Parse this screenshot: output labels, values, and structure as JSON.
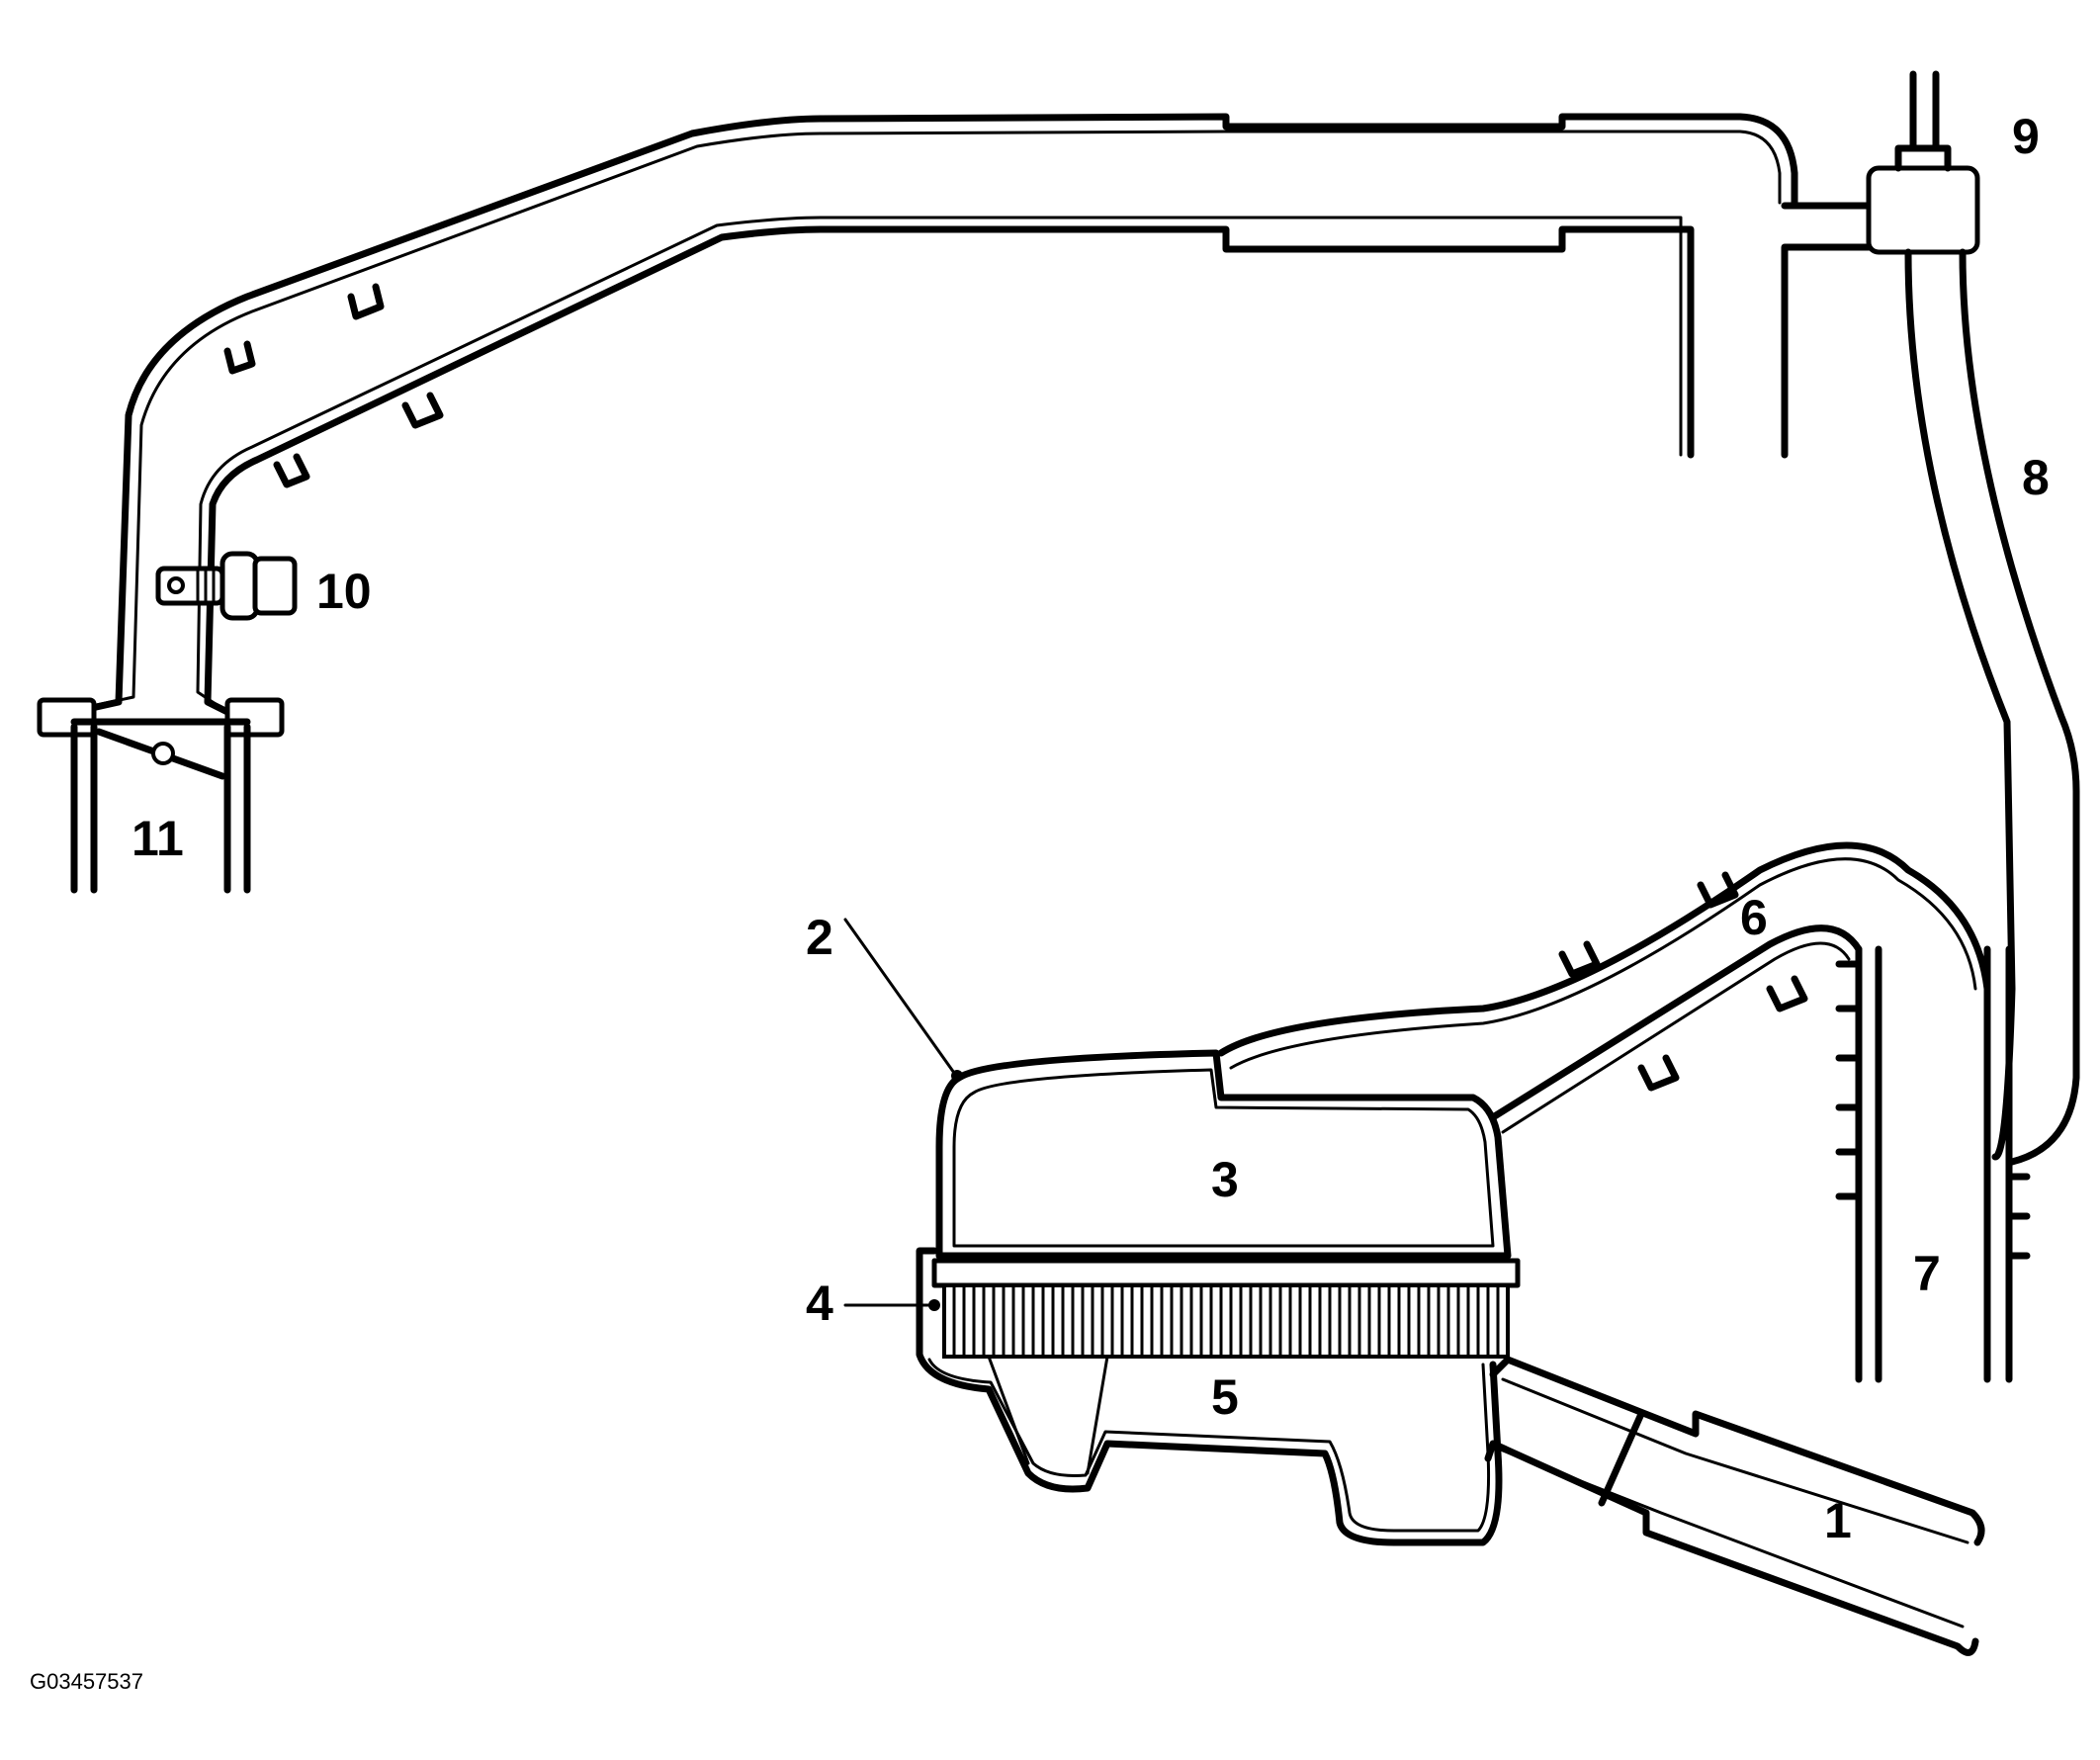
{
  "callouts": {
    "c1": "1",
    "c2": "2",
    "c3": "3",
    "c4": "4",
    "c5": "5",
    "c6": "6",
    "c7": "7",
    "c8": "8",
    "c9": "9",
    "c10": "10",
    "c11": "11"
  },
  "figure_id": "G03457537",
  "colors": {
    "line": "#000000",
    "background": "#ffffff"
  }
}
